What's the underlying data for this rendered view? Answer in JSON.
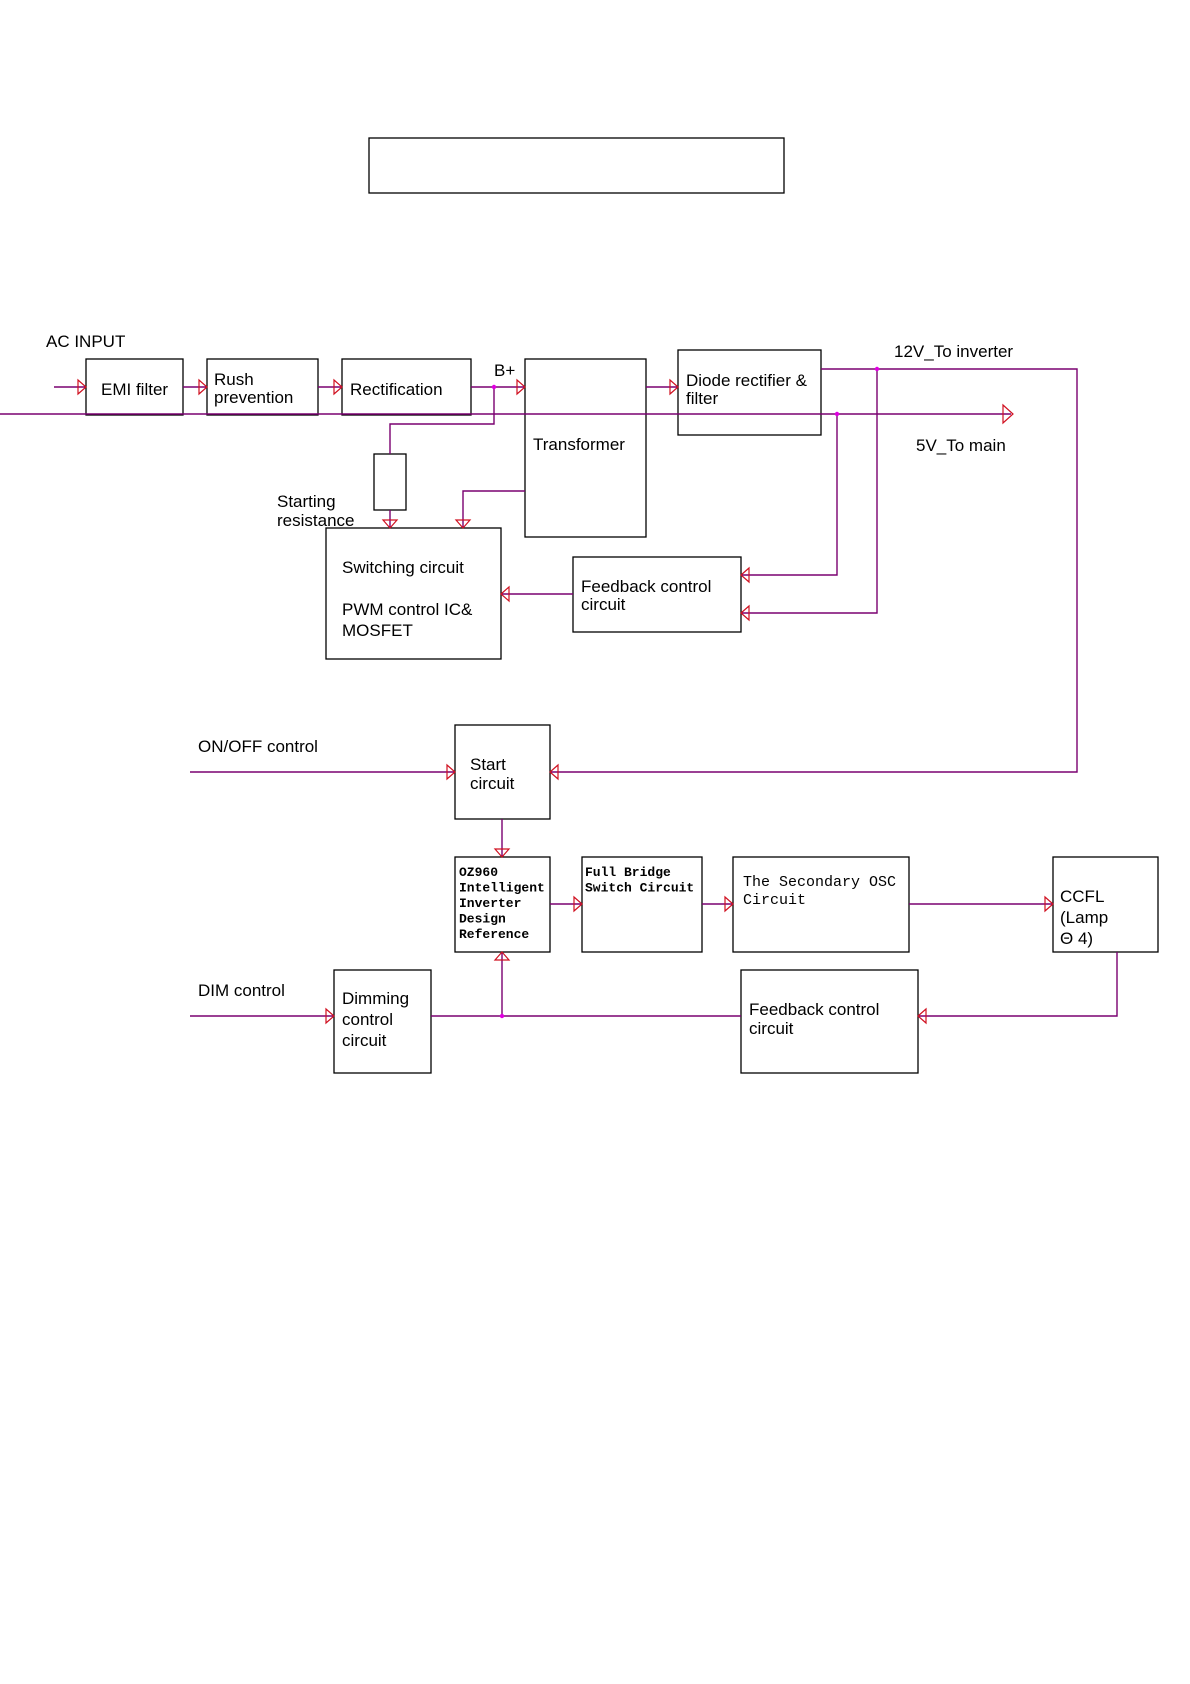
{
  "title_box": {
    "text": ""
  },
  "labels": {
    "ac_input": "AC INPUT",
    "b_plus": "B+",
    "out_12v": "12V_To inverter",
    "out_5v": "5V_To main",
    "starting_resistance": [
      "Starting",
      "resistance"
    ],
    "on_off": "ON/OFF control",
    "dim": "DIM control"
  },
  "blocks": {
    "emi": [
      "EMI filter"
    ],
    "rush": [
      "Rush",
      "prevention"
    ],
    "rect": [
      "Rectification"
    ],
    "transformer": [
      "Transformer"
    ],
    "diode": [
      "Diode rectifier &",
      "filter"
    ],
    "switching": [
      "Switching circuit",
      "",
      "PWM control IC&",
      "MOSFET"
    ],
    "feedback1": [
      "Feedback control",
      "circuit"
    ],
    "start": [
      "Start",
      "circuit"
    ],
    "oz960": [
      "OZ960",
      "Intelligent",
      "Inverter",
      "Design",
      "Reference"
    ],
    "fullbridge": [
      "Full Bridge",
      "Switch Circuit"
    ],
    "secondary": [
      "The Secondary OSC",
      "Circuit"
    ],
    "ccfl": [
      "CCFL",
      "(Lamp",
      "Θ 4)"
    ],
    "dimming": [
      "Dimming",
      "control",
      "circuit"
    ],
    "feedback2": [
      "Feedback control",
      "circuit"
    ]
  }
}
